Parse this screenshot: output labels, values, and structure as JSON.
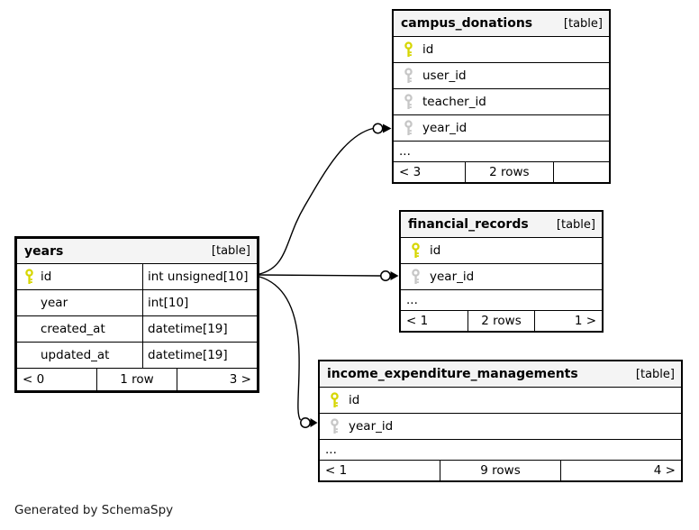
{
  "page": {
    "generator_note": "Generated by SchemaSpy"
  },
  "colors": {
    "primary_key": "#d6d600",
    "foreign_key": "#c6c6c6",
    "header_bg": "#f4f4f4",
    "border": "#000000",
    "background": "#ffffff"
  },
  "tables": {
    "campus_donations": {
      "title": "campus_donations",
      "badge": "[table]",
      "columns": [
        {
          "name": "id",
          "key": "primary"
        },
        {
          "name": "user_id",
          "key": "foreign"
        },
        {
          "name": "teacher_id",
          "key": "foreign"
        },
        {
          "name": "year_id",
          "key": "foreign"
        }
      ],
      "ellipsis": "...",
      "footer": {
        "parents": "< 3",
        "rows": "2 rows",
        "children": ""
      }
    },
    "financial_records": {
      "title": "financial_records",
      "badge": "[table]",
      "columns": [
        {
          "name": "id",
          "key": "primary"
        },
        {
          "name": "year_id",
          "key": "foreign"
        }
      ],
      "ellipsis": "...",
      "footer": {
        "parents": "< 1",
        "rows": "2 rows",
        "children": "1 >"
      }
    },
    "income_expenditure_managements": {
      "title": "income_expenditure_managements",
      "badge": "[table]",
      "columns": [
        {
          "name": "id",
          "key": "primary"
        },
        {
          "name": "year_id",
          "key": "foreign"
        }
      ],
      "ellipsis": "...",
      "footer": {
        "parents": "< 1",
        "rows": "9 rows",
        "children": "4 >"
      }
    },
    "years": {
      "title": "years",
      "badge": "[table]",
      "columns": [
        {
          "name": "id",
          "type": "int unsigned[10]",
          "key": "primary"
        },
        {
          "name": "year",
          "type": "int[10]",
          "key": "none"
        },
        {
          "name": "created_at",
          "type": "datetime[19]",
          "key": "none"
        },
        {
          "name": "updated_at",
          "type": "datetime[19]",
          "key": "none"
        }
      ],
      "footer": {
        "parents": "< 0",
        "rows": "1 row",
        "children": "3 >"
      }
    }
  },
  "relationships": [
    {
      "from": "years.id",
      "to": "campus_donations.year_id"
    },
    {
      "from": "years.id",
      "to": "financial_records.year_id"
    },
    {
      "from": "years.id",
      "to": "income_expenditure_managements.year_id"
    }
  ]
}
